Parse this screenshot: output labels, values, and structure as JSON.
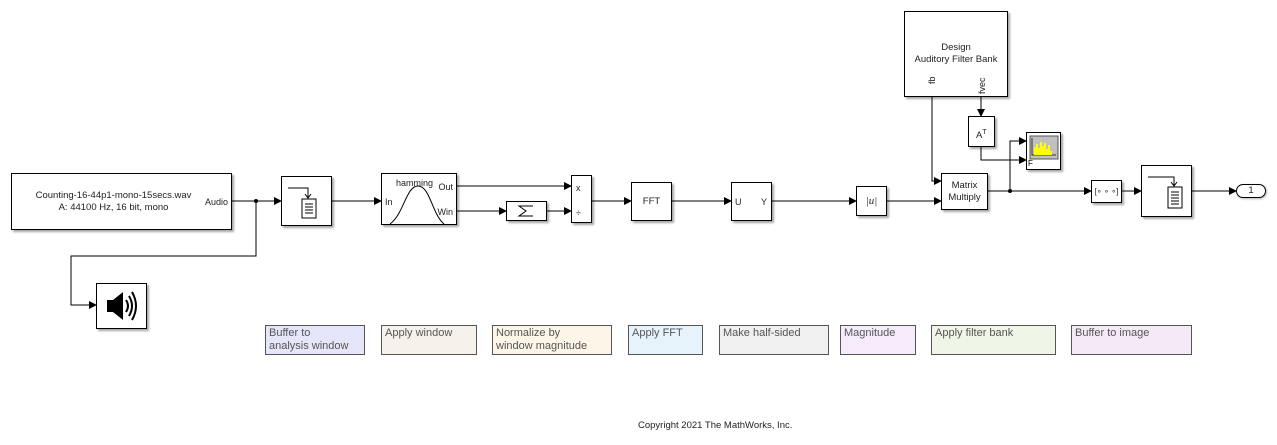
{
  "blocks": {
    "from_file": {
      "line1": "Counting-16-44p1-mono-15secs.wav",
      "line2": "A: 44100 Hz, 16 bit, mono",
      "out_port": "Audio"
    },
    "buffer1": {
      "icon": "buffer-icon"
    },
    "window": {
      "title": "hamming",
      "in_port": "In",
      "out_port": "Out",
      "win_port": "Win"
    },
    "sum": {
      "icon": "sigma-icon"
    },
    "divide": {
      "port1": "x",
      "port2": "÷"
    },
    "fft": {
      "label": "FFT"
    },
    "half": {
      "in_port": "U",
      "out_port": "Y"
    },
    "abs": {
      "label": "|u|"
    },
    "design": {
      "line1": "Design",
      "line2": "Auditory Filter Bank",
      "port_fb": "fb",
      "port_fvec": "fvec"
    },
    "transpose": {
      "label": "A",
      "sup": "T"
    },
    "matmul": {
      "line1": "Matrix",
      "line2": "Multiply"
    },
    "spectrum": {
      "icon": "spectrum-analyzer-icon"
    },
    "concat": {
      "label": "[∘ ∘ ∘]"
    },
    "buffer2": {
      "icon": "buffer-icon"
    },
    "outport": {
      "label": "1"
    },
    "speaker": {
      "icon": "speaker-icon"
    }
  },
  "annotations": [
    {
      "text": "Buffer to\nanalysis window",
      "bg": "#e6e6fa"
    },
    {
      "text": "Apply window",
      "bg": "#f6f1ea"
    },
    {
      "text": "Normalize by\nwindow magnitude",
      "bg": "#fdf5e8"
    },
    {
      "text": "Apply FFT",
      "bg": "#e6f3fb"
    },
    {
      "text": "Make half-sided",
      "bg": "#f0f0f0"
    },
    {
      "text": "Magnitude",
      "bg": "#f5ebfa"
    },
    {
      "text": "Apply filter bank",
      "bg": "#eff6e8"
    },
    {
      "text": "Buffer to image",
      "bg": "#f5e9f8"
    }
  ],
  "footer": {
    "copyright": "Copyright 2021 The MathWorks, Inc."
  },
  "colors": {
    "scope_yellow": "#ffff00",
    "scope_bg": "#c0c0c0"
  }
}
